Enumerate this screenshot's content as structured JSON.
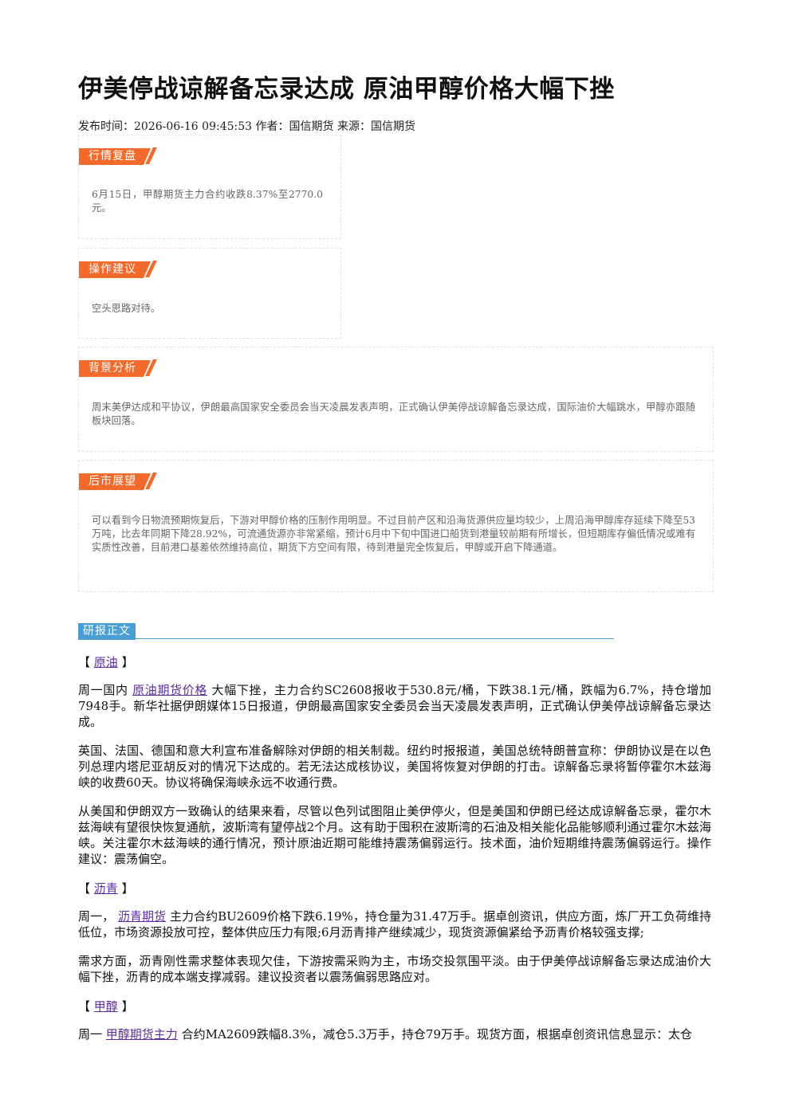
{
  "article": {
    "title": "伊美停战谅解备忘录达成 原油甲醇价格大幅下挫",
    "meta": "发布时间：2026-06-16 09:45:53 作者：国信期货 来源：国信期货"
  },
  "summary_boxes": [
    {
      "tag": "行情复盘",
      "text": "6月15日，甲醇期货主力合约收跌8.37%至2770.0元。"
    },
    {
      "tag": "操作建议",
      "text": "空头思路对待。"
    },
    {
      "tag": "背景分析",
      "text": "周末美伊达成和平协议，伊朗最高国家安全委员会当天凌晨发表声明，正式确认伊美停战谅解备忘录达成，国际油价大幅跳水，甲醇亦跟随板块回落。"
    },
    {
      "tag": "后市展望",
      "text": "可以看到今日物流预期恢复后，下游对甲醇价格的压制作用明显。不过目前产区和沿海货源供应量均较少，上周沿海甲醇库存延续下降至53万吨，比去年同期下降28.92%，可流通货源亦非常紧缩，预计6月中下旬中国进口船货到港量较前期有所增长，但短期库存偏低情况或难有实质性改善，目前港口基差依然维持高位，期货下方空间有限，待到港量完全恢复后，甲醇或开启下降通道。"
    }
  ],
  "report": {
    "section_label": "研报正文",
    "crude": {
      "bracket_open": "【",
      "bracket_link": "原油",
      "bracket_close": "】",
      "p1_pre": "周一国内",
      "p1_link": "原油期货价格",
      "p1_post": "大幅下挫，主力合约SC2608报收于530.8元/桶，下跌38.1元/桶，跌幅为6.7%，持仓增加7948手。新华社据伊朗媒体15日报道，伊朗最高国家安全委员会当天凌晨发表声明，正式确认伊美停战谅解备忘录达成。",
      "p2": "英国、法国、德国和意大利宣布准备解除对伊朗的相关制裁。纽约时报报道，美国总统特朗普宣称：伊朗协议是在以色列总理内塔尼亚胡反对的情况下达成的。若无法达成核协议，美国将恢复对伊朗的打击。谅解备忘录将暂停霍尔木兹海峡的收费60天。协议将确保海峡永远不收通行费。",
      "p3": "从美国和伊朗双方一致确认的结果来看，尽管以色列试图阻止美伊停火，但是美国和伊朗已经达成谅解备忘录，霍尔木兹海峡有望很快恢复通航，波斯湾有望停战2个月。这有助于囤积在波斯湾的石油及相关能化品能够顺利通过霍尔木兹海峡。关注霍尔木兹海峡的通行情况，预计原油近期可能维持震荡偏弱运行。技术面，油价短期维持震荡偏弱运行。操作建议：震荡偏空。"
    },
    "asphalt": {
      "bracket_open": "【",
      "bracket_link": "沥青",
      "bracket_close": "】",
      "p1_pre": "周一，",
      "p1_link": "沥青期货",
      "p1_post": "主力合约BU2609价格下跌6.19%，持仓量为31.47万手。据卓创资讯，供应方面，炼厂开工负荷维持低位，市场资源投放可控，整体供应压力有限;6月沥青排产继续减少，现货资源偏紧给予沥青价格较强支撑;",
      "p2": "需求方面，沥青刚性需求整体表现欠佳，下游按需采购为主，市场交投氛围平淡。由于伊美停战谅解备忘录达成油价大幅下挫，沥青的成本端支撑减弱。建议投资者以震荡偏弱思路应对。"
    },
    "methanol": {
      "bracket_open": "【",
      "bracket_link": "甲醇",
      "bracket_close": "】",
      "p1_pre": "周一",
      "p1_link": "甲醇期货主力",
      "p1_post": "合约MA2609跌幅8.3%，减仓5.3万手，持仓79万手。现货方面，根据卓创资讯信息显示：太仓"
    }
  },
  "colors": {
    "tag_orange": "#f26a2c",
    "section_blue": "#4b9fd5",
    "link_purple": "#5a2ea0"
  }
}
